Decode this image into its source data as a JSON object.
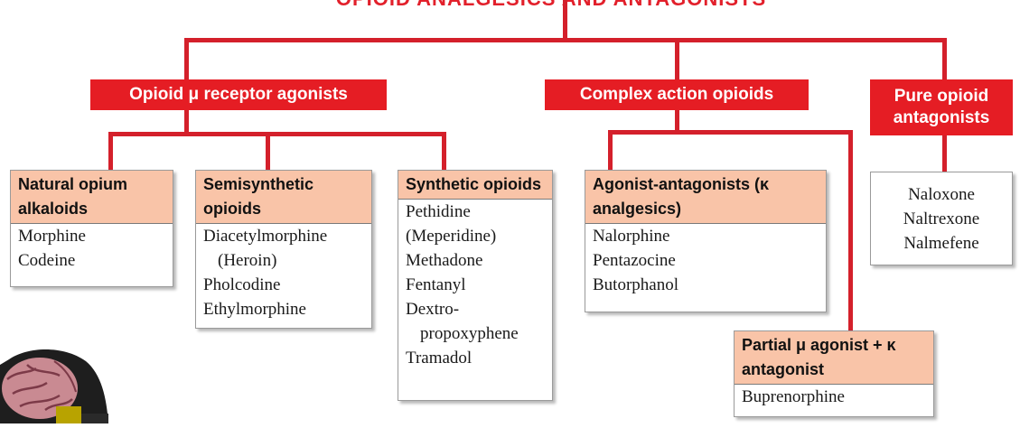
{
  "title": "OPIOID ANALGESICS AND ANTAGONISTS",
  "categories": {
    "mu_agonists": "Opioid μ receptor agonists",
    "complex": "Complex action opioids",
    "antagonists": "Pure opioid antagonists"
  },
  "boxes": {
    "natural": {
      "header": "Natural opium alkaloids",
      "items": [
        "Morphine",
        "Codeine"
      ]
    },
    "semisynthetic": {
      "header": "Semisynthetic opioids",
      "items": [
        "Diacetylmorphine",
        "(Heroin)",
        "Pholcodine",
        "Ethylmorphine"
      ]
    },
    "synthetic": {
      "header": "Synthetic opioids",
      "items": [
        "Pethidine",
        "(Meperidine)",
        "Methadone",
        "Fentanyl",
        "Dextro-",
        "propoxyphene",
        "Tramadol"
      ]
    },
    "agonist_antagonists": {
      "header": "Agonist-antagonists (κ analgesics)",
      "items": [
        "Nalorphine",
        "Pentazocine",
        "Butorphanol"
      ]
    },
    "partial": {
      "header": "Partial μ agonist + κ antagonist",
      "items": [
        "Buprenorphine"
      ]
    },
    "antagonists": {
      "items": [
        "Naloxone",
        "Naltrexone",
        "Nalmefene"
      ]
    }
  },
  "colors": {
    "accent": "#e51d24",
    "line": "#d4202b",
    "box_header": "#f9c4a8"
  },
  "icons": {
    "brain": "brain-icon"
  }
}
